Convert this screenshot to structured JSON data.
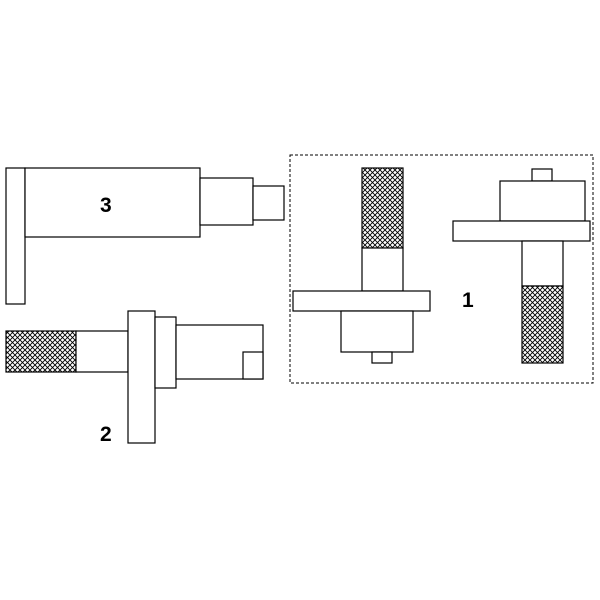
{
  "labels": {
    "tool_1": "1",
    "tool_2": "2",
    "tool_3": "3"
  },
  "colors": {
    "stroke": "#000000",
    "fill": "#ffffff",
    "background": "#ffffff"
  }
}
